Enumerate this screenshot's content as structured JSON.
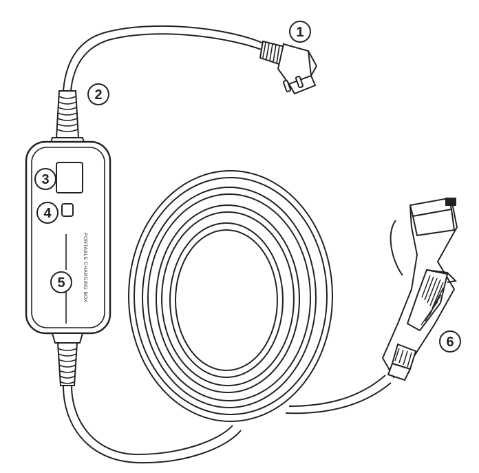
{
  "diagram": {
    "box_label": "PORTABLE CHARGING BOX",
    "callouts": [
      {
        "id": "1",
        "label": "1"
      },
      {
        "id": "2",
        "label": "2"
      },
      {
        "id": "3",
        "label": "3"
      },
      {
        "id": "4",
        "label": "4"
      },
      {
        "id": "5",
        "label": "5"
      },
      {
        "id": "6",
        "label": "6"
      }
    ]
  }
}
